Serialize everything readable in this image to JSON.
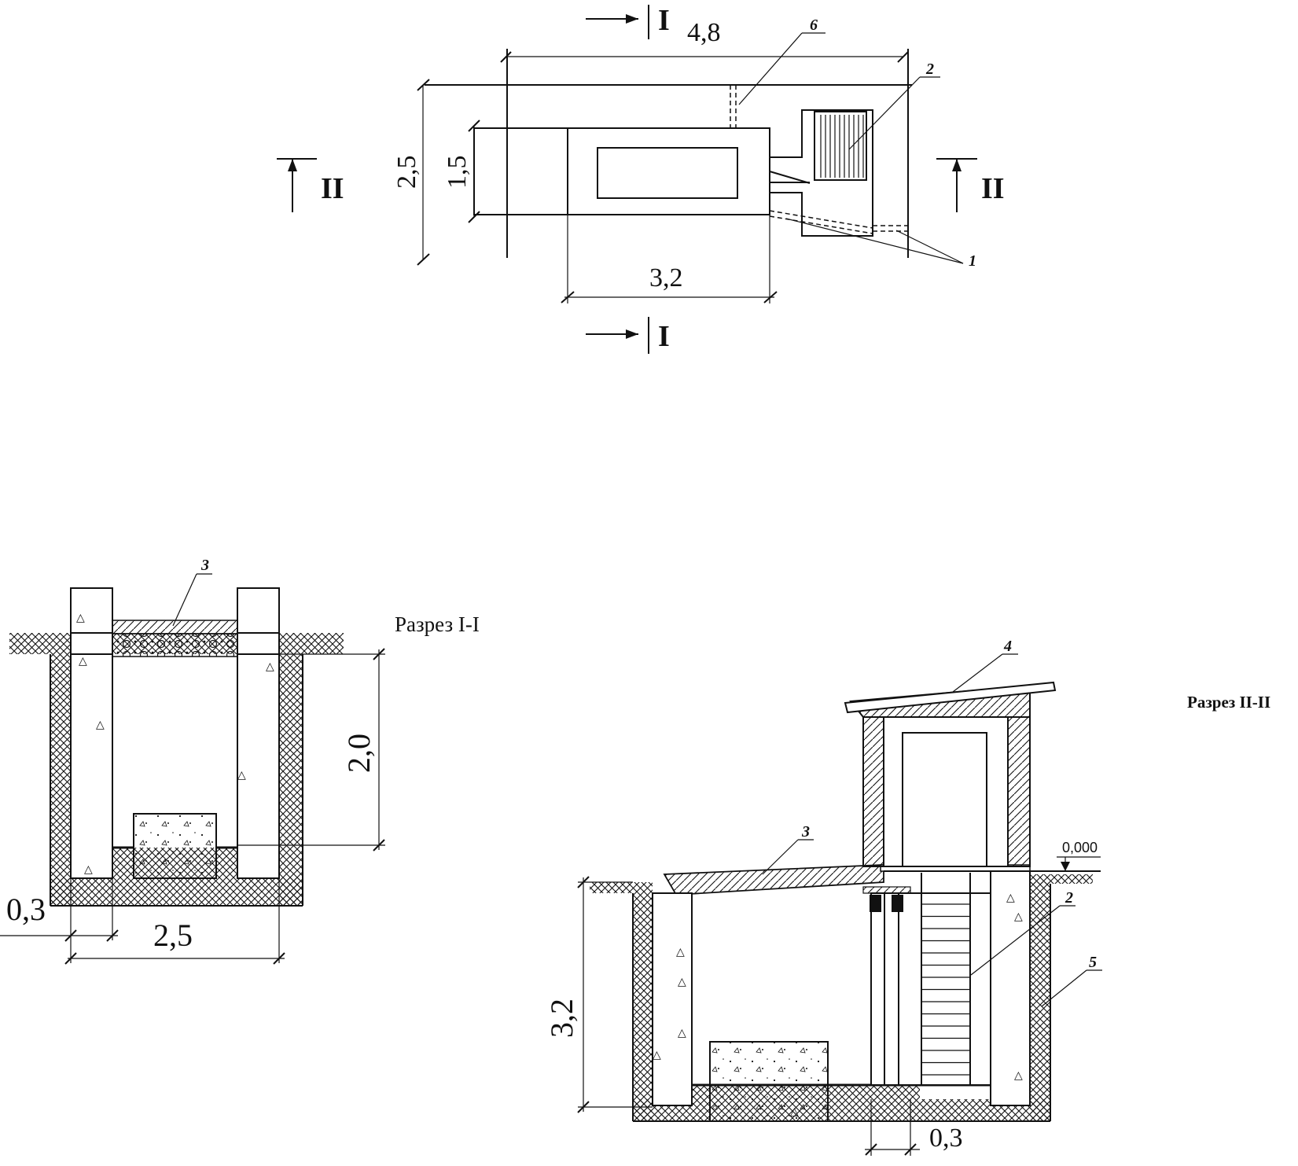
{
  "plan": {
    "dim_total_length": "4,8",
    "dim_total_width": "2,5",
    "dim_chamber_width": "1,5",
    "dim_chamber_length": "3,2",
    "section_mark_1": "I",
    "section_mark_2": "II",
    "callouts": {
      "c6": "6",
      "c2": "2",
      "c1": "1"
    }
  },
  "section_1": {
    "title": "Разрез I-I",
    "dim_height": "2,0",
    "dim_wall": "0,3",
    "dim_width": "2,5",
    "callout_3": "3"
  },
  "section_2": {
    "title": "Разрез II-II",
    "level_mark": "0,000",
    "dim_depth": "3,2",
    "dim_wall": "0,3",
    "callouts": {
      "c4": "4",
      "c3": "3",
      "c2": "2",
      "c5": "5"
    }
  },
  "colors": {
    "ink": "#111111",
    "paper": "#ffffff"
  }
}
